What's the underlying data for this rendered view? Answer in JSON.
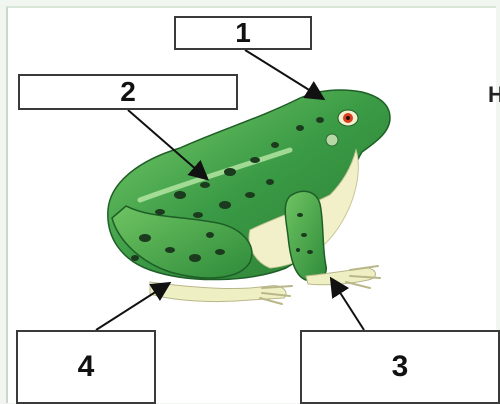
{
  "labels": {
    "label_1": "1",
    "label_2": "2",
    "label_3": "3",
    "label_4": "4"
  },
  "edge_text": "H",
  "colors": {
    "frog_dark": "#2e8b3a",
    "frog_light": "#8fd27d",
    "belly": "#f1f0c8",
    "spots": "#1b3a1e",
    "eye": "#d8401f",
    "arrow": "#111111"
  }
}
